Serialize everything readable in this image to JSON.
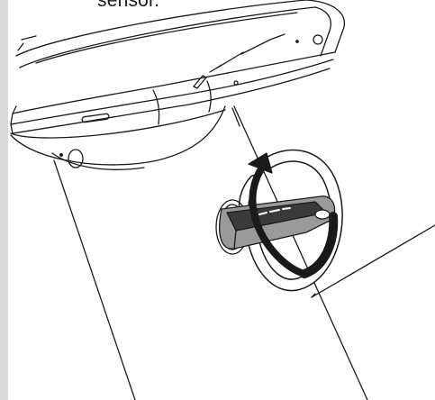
{
  "caption": {
    "text": "sensor."
  },
  "colors": {
    "line": "#1a1a1a",
    "fill_light": "#ffffff",
    "fill_grey": "#9a9a9a",
    "fill_dark": "#3a3a3a",
    "left_bar": "#d9d9d9"
  },
  "illustration": {
    "subject": "tablet-on-stand-with-rotating-key",
    "icons": [
      "tablet-device",
      "stand-post",
      "usb-key",
      "rotate-arrow-icon"
    ]
  }
}
